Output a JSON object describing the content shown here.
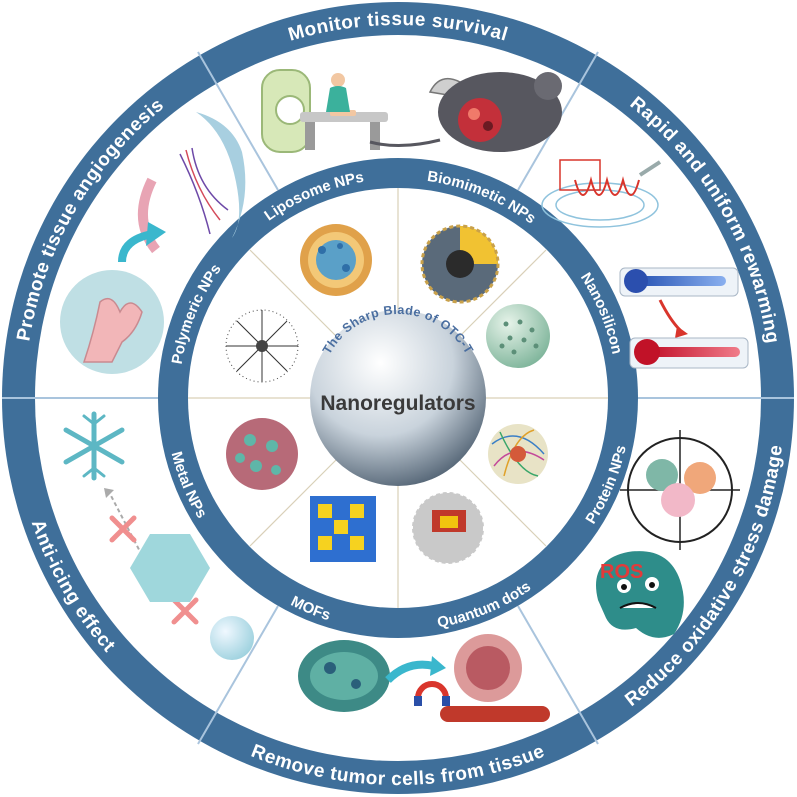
{
  "center": {
    "title": "Nanoregulators",
    "subtitle": "The Sharp Blade of OTC-T"
  },
  "outer_ring": [
    {
      "label": "Monitor tissue survival",
      "icon": "mri-ultrasound-mouse-icon"
    },
    {
      "label": "Rapid and uniform rewarming",
      "icon": "coil-thermometer-icon"
    },
    {
      "label": "Reduce oxidative stress damage",
      "icon": "ros-target-icon"
    },
    {
      "label": "Remove tumor cells from tissue",
      "icon": "magnet-tumor-icon"
    },
    {
      "label": "Anti-icing effect",
      "icon": "ice-crystal-icon"
    },
    {
      "label": "Promote tissue angiogenesis",
      "icon": "blood-vessel-icon"
    }
  ],
  "inner_ring": [
    {
      "label": "Biomimetic NPs",
      "icon": "biomimetic-np-icon"
    },
    {
      "label": "Nanosilicon",
      "icon": "porous-silica-sphere-icon"
    },
    {
      "label": "Protein  NPs",
      "icon": "protein-np-icon"
    },
    {
      "label": "Quantum dots",
      "icon": "quantum-dot-icon"
    },
    {
      "label": "MOFs",
      "icon": "mof-lattice-icon"
    },
    {
      "label": "Metal NPs",
      "icon": "metal-cluster-icon"
    },
    {
      "label": "Polymeric NPs",
      "icon": "dendrimer-icon"
    },
    {
      "label": "Liposome NPs",
      "icon": "liposome-icon"
    }
  ],
  "extra_labels": {
    "ros": "ROS"
  },
  "colors": {
    "ring": "#3f6f9a",
    "ring_dark": "#2f5b85",
    "divider": "#a9c4dd",
    "panel": "#ffffff",
    "ros": "#e23a3a"
  }
}
